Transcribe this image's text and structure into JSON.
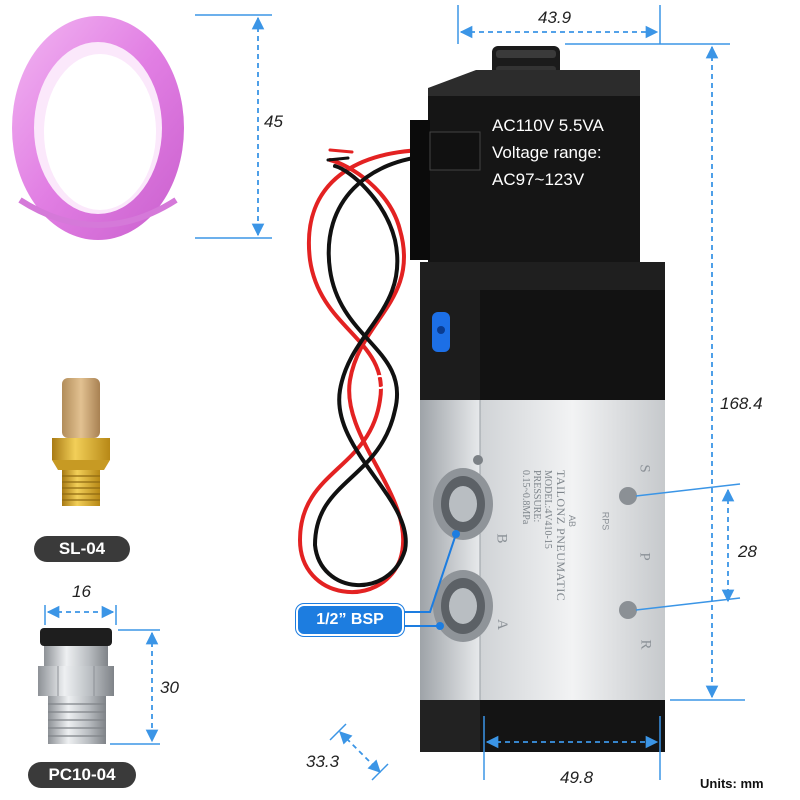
{
  "coil": {
    "line1": "AC110V 5.5VA",
    "line2": "Voltage range:",
    "line3": "AC97~123V"
  },
  "valve": {
    "brand": "TAILONZ PNEUMATIC",
    "model": "MODEL:4V410-15",
    "pressure_label": "PRESSURE:",
    "pressure_range": "0.15~0.8MPa",
    "port_a": "A",
    "port_b": "B",
    "port_s": "S",
    "port_p": "P",
    "port_r": "R",
    "ab_mark": "AB",
    "rps_mark": "RPS"
  },
  "dimensions": {
    "top_width": "43.9",
    "total_height": "168.4",
    "port_spacing": "28",
    "bottom_width": "49.8",
    "depth": "33.3",
    "seal_height": "45",
    "fitting_width": "16",
    "fitting_height": "30"
  },
  "labels": {
    "muffler": "SL-04",
    "fitting": "PC10-04",
    "thread": "1/2” BSP",
    "units": "Units: mm"
  },
  "colors": {
    "accent_blue": "#1d7de0",
    "dim_line": "#3b95e6",
    "seal_pink": "#e58ee6",
    "coil_black": "#1a1a1a",
    "aluminum": "#d9dcdf"
  }
}
